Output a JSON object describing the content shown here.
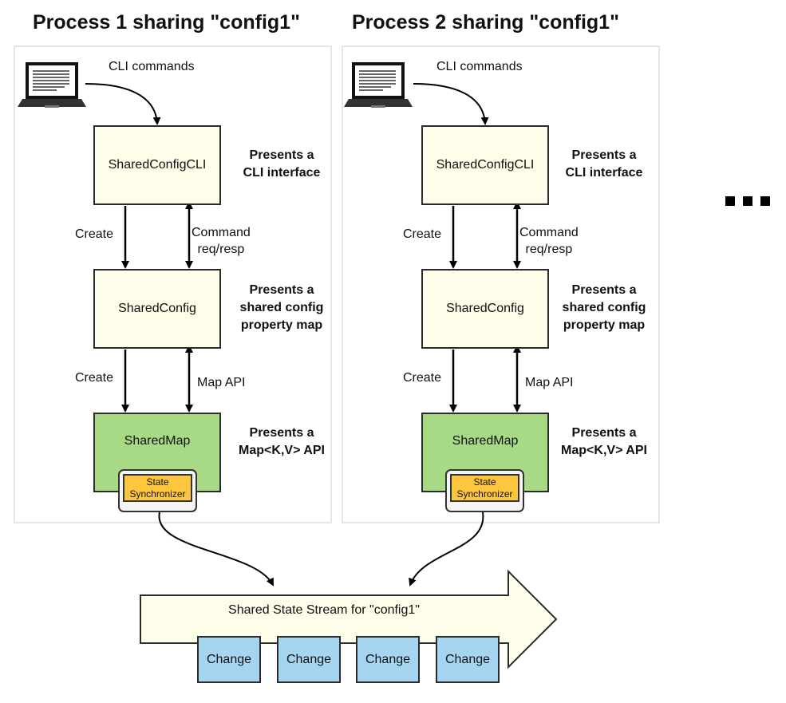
{
  "processes": [
    {
      "title": "Process 1 sharing \"config1\"",
      "cli_label": "CLI commands",
      "boxes": {
        "cli": "SharedConfigCLI",
        "config": "SharedConfig",
        "map": "SharedMap",
        "sync_line1": "State",
        "sync_line2": "Synchronizer"
      },
      "edges": {
        "create1": "Create",
        "command_line1": "Command",
        "command_line2": "req/resp",
        "create2": "Create",
        "map_api": "Map API"
      },
      "notes": {
        "cli": [
          "Presents a",
          "CLI interface"
        ],
        "config": [
          "Presents a",
          "shared config",
          "property map"
        ],
        "map": [
          "Presents a",
          "Map<K,V> API"
        ]
      }
    },
    {
      "title": "Process 2 sharing \"config1\"",
      "cli_label": "CLI commands",
      "boxes": {
        "cli": "SharedConfigCLI",
        "config": "SharedConfig",
        "map": "SharedMap",
        "sync_line1": "State",
        "sync_line2": "Synchronizer"
      },
      "edges": {
        "create1": "Create",
        "command_line1": "Command",
        "command_line2": "req/resp",
        "create2": "Create",
        "map_api": "Map API"
      },
      "notes": {
        "cli": [
          "Presents a",
          "CLI interface"
        ],
        "config": [
          "Presents a",
          "shared config",
          "property map"
        ],
        "map": [
          "Presents a",
          "Map<K,V> API"
        ]
      }
    }
  ],
  "stream": {
    "label": "Shared State Stream for \"config1\"",
    "changes": [
      "Change",
      "Change",
      "Change",
      "Change"
    ]
  },
  "ellipsis": "more processes",
  "colors": {
    "box_fill": "#fdfdea",
    "map_fill": "#a8d985",
    "sync_fill": "#fcc63f",
    "change_fill": "#a6d5f1",
    "stream_fill": "#fdfdea"
  }
}
